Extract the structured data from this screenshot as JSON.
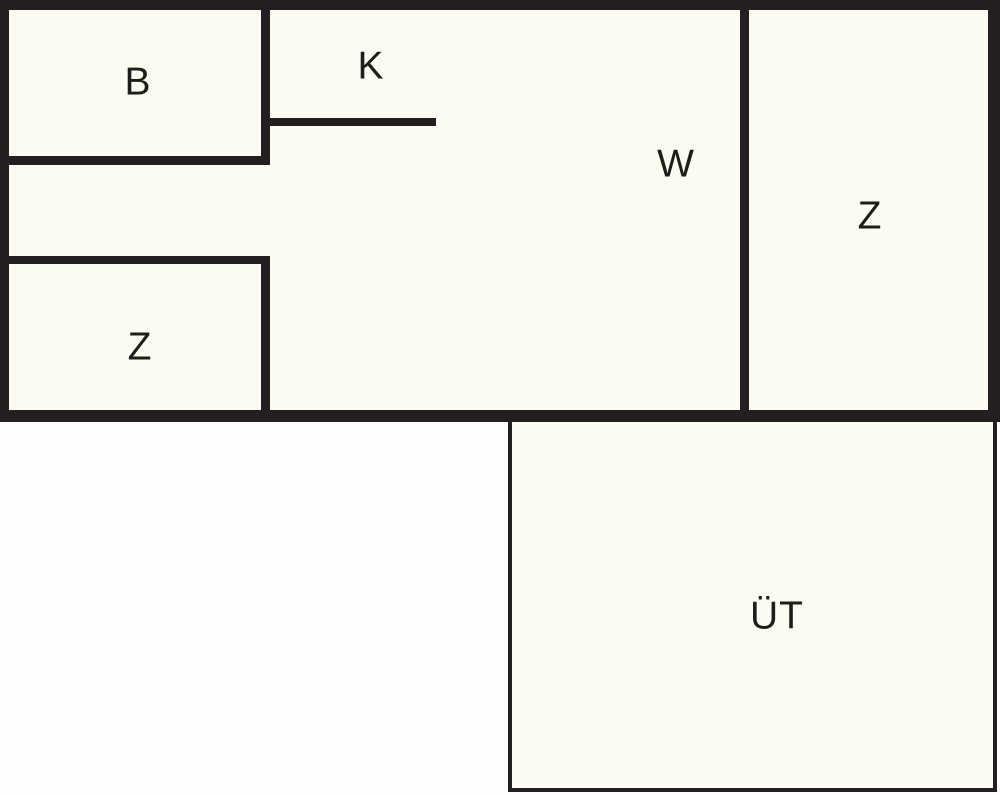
{
  "diagram": {
    "type": "floor-plan",
    "rooms": [
      {
        "id": "b",
        "label": "B"
      },
      {
        "id": "k",
        "label": "K"
      },
      {
        "id": "w",
        "label": "W"
      },
      {
        "id": "z-right",
        "label": "Z"
      },
      {
        "id": "z-left",
        "label": "Z"
      },
      {
        "id": "ut",
        "label": "ÜT"
      }
    ]
  },
  "colors": {
    "wall": "#231f20",
    "interior": "#fbfbf2",
    "background": "#fdfdfd",
    "label_text": "#1d1d1b"
  }
}
